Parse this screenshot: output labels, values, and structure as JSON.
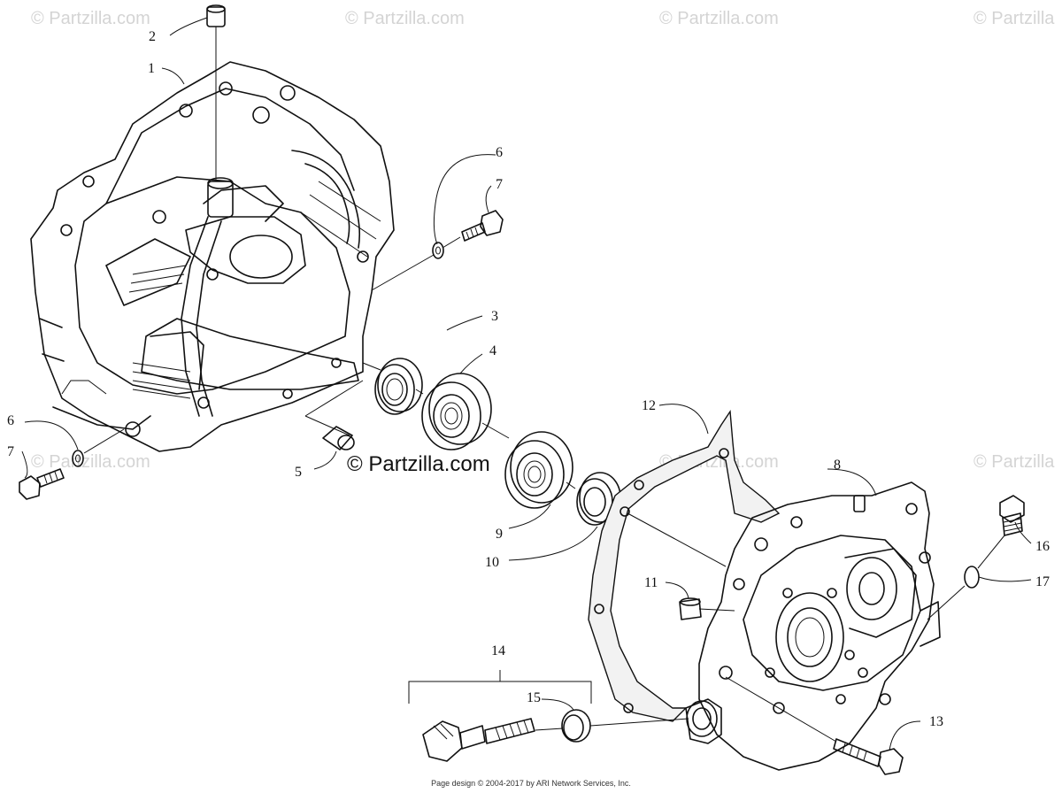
{
  "watermarks": [
    "© Partzilla.com",
    "© Partzilla.com",
    "© Partzilla.com",
    "© Partzilla",
    "© Partzilla.com",
    "© Partzilla.com",
    "© Partzilla.com",
    "© Partzilla"
  ],
  "center_watermark": "© Partzilla.com",
  "callouts": {
    "c1": "1",
    "c2": "2",
    "c3": "3",
    "c4": "4",
    "c5": "5",
    "c6a": "6",
    "c6b": "6",
    "c7a": "7",
    "c7b": "7",
    "c8": "8",
    "c9": "9",
    "c10": "10",
    "c11": "11",
    "c12": "12",
    "c13": "13",
    "c14": "14",
    "c15": "15",
    "c16": "16",
    "c17": "17"
  },
  "footer": "Page design © 2004-2017 by ARI Network Services, Inc."
}
